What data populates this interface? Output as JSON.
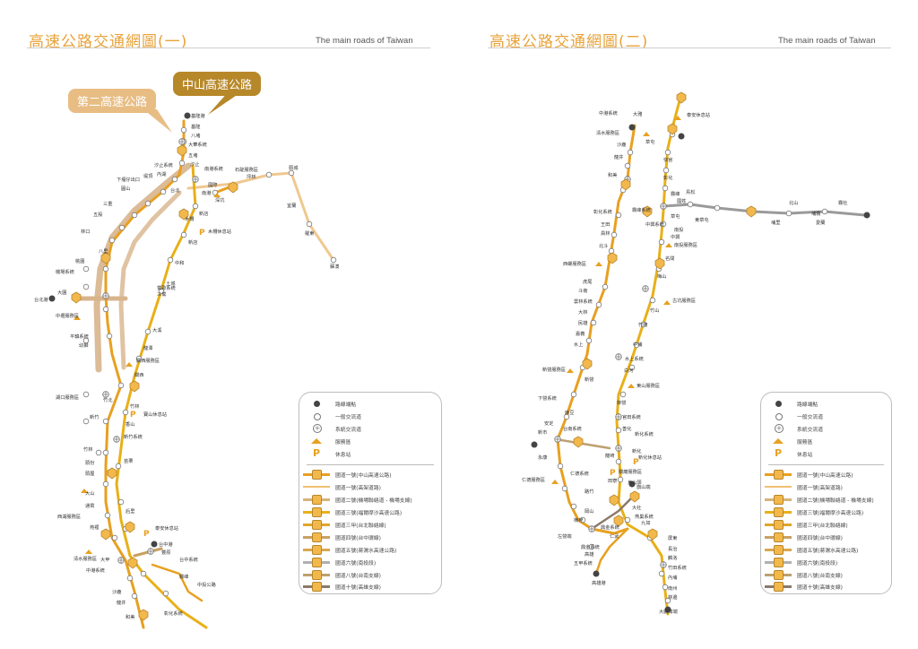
{
  "left": {
    "title": "高速公路交通網圖(一)",
    "subtitle": "The main roads of Taiwan",
    "callout_2": "第二高速公路",
    "callout_1": "中山高速公路",
    "labels": [
      {
        "t": "基隆港"
      },
      {
        "t": "基隆"
      },
      {
        "t": "八堵"
      },
      {
        "t": "大華系統"
      },
      {
        "t": "五堵"
      },
      {
        "t": "汐止"
      },
      {
        "t": "汐止系統"
      },
      {
        "t": "內湖"
      },
      {
        "t": "南港系統"
      },
      {
        "t": "石碇服務區"
      },
      {
        "t": "頭城"
      },
      {
        "t": "坪林"
      },
      {
        "t": "宜蘭"
      },
      {
        "t": "羅東"
      },
      {
        "t": "蘇澳"
      },
      {
        "t": "下塭仔出口"
      },
      {
        "t": "堤頂"
      },
      {
        "t": "圓山"
      },
      {
        "t": "台北"
      },
      {
        "t": "三重"
      },
      {
        "t": "五股"
      },
      {
        "t": "林口"
      },
      {
        "t": "桃園"
      },
      {
        "t": "機場系統"
      },
      {
        "t": "大園"
      },
      {
        "t": "中壢服務區"
      },
      {
        "t": "平鎮系統"
      },
      {
        "t": "幼獅"
      },
      {
        "t": "湖口服務區"
      },
      {
        "t": "竹北"
      },
      {
        "t": "新竹"
      },
      {
        "t": "新竹系統"
      },
      {
        "t": "竹林"
      },
      {
        "t": "頭份"
      },
      {
        "t": "頭屋"
      },
      {
        "t": "苗栗"
      },
      {
        "t": "大山"
      },
      {
        "t": "通霄"
      },
      {
        "t": "西湖服務區"
      },
      {
        "t": "苑裡"
      },
      {
        "t": "后里"
      },
      {
        "t": "清水服務區"
      },
      {
        "t": "中港系統"
      },
      {
        "t": "大甲"
      },
      {
        "t": "沙鹿"
      },
      {
        "t": "龍井"
      },
      {
        "t": "和美"
      },
      {
        "t": "彰化系統"
      },
      {
        "t": "台中港"
      },
      {
        "t": "泰安休息站"
      },
      {
        "t": "豐原"
      },
      {
        "t": "台中系統"
      },
      {
        "t": "霧峰"
      },
      {
        "t": "中投公路"
      },
      {
        "t": "關西服務區"
      },
      {
        "t": "寶山休息站"
      },
      {
        "t": "木柵休息站"
      },
      {
        "t": "新店"
      },
      {
        "t": "中和"
      },
      {
        "t": "土城"
      },
      {
        "t": "三鶯"
      },
      {
        "t": "大溪"
      },
      {
        "t": "龍潭"
      },
      {
        "t": "關西"
      },
      {
        "t": "竹林"
      },
      {
        "t": "香山"
      },
      {
        "t": "鶯歌系統"
      },
      {
        "t": "深坑"
      },
      {
        "t": "新店"
      },
      {
        "t": "國際"
      },
      {
        "t": "南港"
      },
      {
        "t": "木柵"
      },
      {
        "t": "台北港"
      },
      {
        "t": "八里"
      }
    ]
  },
  "right": {
    "title": "高速公路交通網圖(二)",
    "subtitle": "The main roads of Taiwan",
    "labels": [
      {
        "t": "中港系統"
      },
      {
        "t": "大雅"
      },
      {
        "t": "清水服務區"
      },
      {
        "t": "沙鹿"
      },
      {
        "t": "龍井"
      },
      {
        "t": "和美"
      },
      {
        "t": "彰化系統"
      },
      {
        "t": "王田"
      },
      {
        "t": "員林"
      },
      {
        "t": "北斗"
      },
      {
        "t": "西螺服務區"
      },
      {
        "t": "虎尾"
      },
      {
        "t": "斗南"
      },
      {
        "t": "雲林系統"
      },
      {
        "t": "大林"
      },
      {
        "t": "民雄"
      },
      {
        "t": "嘉義"
      },
      {
        "t": "水上"
      },
      {
        "t": "新營服務區"
      },
      {
        "t": "新營"
      },
      {
        "t": "下營系統"
      },
      {
        "t": "麻豆"
      },
      {
        "t": "安定"
      },
      {
        "t": "新市"
      },
      {
        "t": "台南系統"
      },
      {
        "t": "永康"
      },
      {
        "t": "仁德系統"
      },
      {
        "t": "仁德服務區"
      },
      {
        "t": "路竹"
      },
      {
        "t": "岡山"
      },
      {
        "t": "楠梓"
      },
      {
        "t": "鼎金系統"
      },
      {
        "t": "高雄"
      },
      {
        "t": "五甲系統"
      },
      {
        "t": "高雄港"
      },
      {
        "t": "左營端"
      },
      {
        "t": "九如"
      },
      {
        "t": "屏東"
      },
      {
        "t": "長治"
      },
      {
        "t": "麟洛"
      },
      {
        "t": "竹田系統"
      },
      {
        "t": "內埔"
      },
      {
        "t": "南州"
      },
      {
        "t": "林邊"
      },
      {
        "t": "大鵬灣端"
      },
      {
        "t": "燕巢系統"
      },
      {
        "t": "田寮"
      },
      {
        "t": "關廟服務區"
      },
      {
        "t": "新化休息站"
      },
      {
        "t": "新化系統"
      },
      {
        "t": "古坑服務區"
      },
      {
        "t": "竹山"
      },
      {
        "t": "南投服務區"
      },
      {
        "t": "名間"
      },
      {
        "t": "草屯"
      },
      {
        "t": "霧峰系統"
      },
      {
        "t": "中興系統"
      },
      {
        "t": "國姓"
      },
      {
        "t": "埔里"
      },
      {
        "t": "愛蘭"
      },
      {
        "t": "東草屯"
      },
      {
        "t": "南投"
      },
      {
        "t": "中興"
      },
      {
        "t": "鳥松"
      },
      {
        "t": "梅山"
      },
      {
        "t": "竹崎"
      },
      {
        "t": "中埔"
      },
      {
        "t": "水上系統"
      },
      {
        "t": "白河"
      },
      {
        "t": "東山服務區"
      },
      {
        "t": "柳營"
      },
      {
        "t": "官田系統"
      },
      {
        "t": "烏山頭"
      },
      {
        "t": "善化"
      },
      {
        "t": "新化"
      },
      {
        "t": "龍崎"
      },
      {
        "t": "旗山端"
      },
      {
        "t": "大社"
      },
      {
        "t": "仁武"
      },
      {
        "t": "鼎金系統"
      },
      {
        "t": "北山"
      },
      {
        "t": "霧社"
      },
      {
        "t": "埔霧"
      },
      {
        "t": "快官"
      },
      {
        "t": "彰化"
      },
      {
        "t": "泰安休息站"
      },
      {
        "t": "霧峰"
      },
      {
        "t": "草屯"
      }
    ]
  },
  "legend": {
    "items": [
      {
        "label": "路線端點",
        "kind": "end-point"
      },
      {
        "label": "一般交流道",
        "kind": "interchange"
      },
      {
        "label": "系統交流道",
        "kind": "system-interchange"
      },
      {
        "label": "服務區",
        "kind": "service-area"
      },
      {
        "label": "休息站",
        "kind": "rest-stop"
      }
    ],
    "routes": [
      {
        "label": "國道一號(中山高速公路)",
        "color": "#e8a020"
      },
      {
        "label": "國道一號(高架道路)",
        "color": "#f0c070"
      },
      {
        "label": "國道二號(機場聯絡道 - 機場支線)",
        "color": "#d7b37a"
      },
      {
        "label": "國道三號(福爾摩沙高速公路)",
        "color": "#e8b018"
      },
      {
        "label": "國道三甲(台北聯絡線)",
        "color": "#e0a52a"
      },
      {
        "label": "國道四號(台中環線)",
        "color": "#c9a060"
      },
      {
        "label": "國道五號(蔣渭水高速公路)",
        "color": "#d9a850"
      },
      {
        "label": "國道六號(南投段)",
        "color": "#b0b0b0"
      },
      {
        "label": "國道八號(台南支線)",
        "color": "#bda070"
      },
      {
        "label": "國道十號(高雄支線)",
        "color": "#8a7a6a"
      }
    ]
  },
  "colors": {
    "accent": "#e8a33a",
    "brand_dark": "#b7882a",
    "gray_route": "#9a9a9a"
  }
}
